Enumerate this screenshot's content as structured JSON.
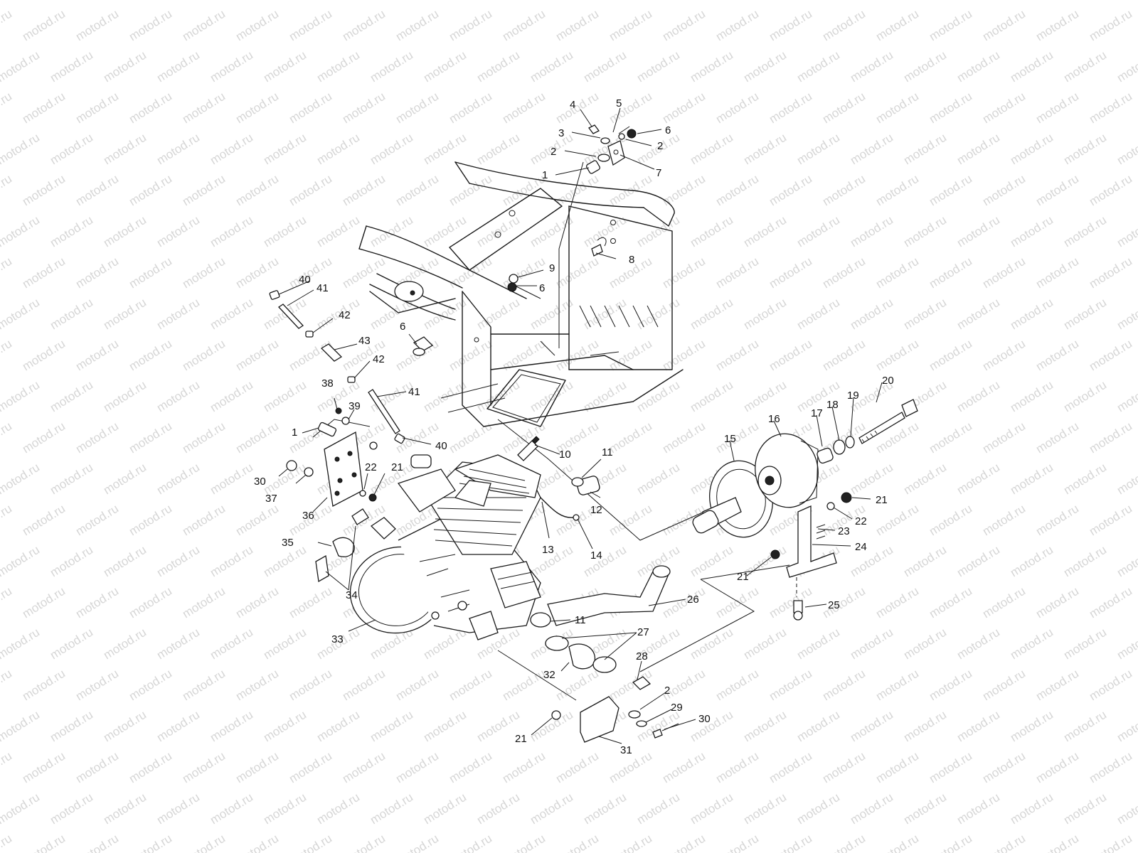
{
  "watermark": "motod.ru",
  "callouts": [
    {
      "id": "c4",
      "text": "4"
    },
    {
      "id": "c5",
      "text": "5"
    },
    {
      "id": "c3",
      "text": "3"
    },
    {
      "id": "c6a",
      "text": "6"
    },
    {
      "id": "c2a",
      "text": "2"
    },
    {
      "id": "c2b",
      "text": "2"
    },
    {
      "id": "c7",
      "text": "7"
    },
    {
      "id": "c1a",
      "text": "1"
    },
    {
      "id": "c8",
      "text": "8"
    },
    {
      "id": "c9",
      "text": "9"
    },
    {
      "id": "c6b",
      "text": "6"
    },
    {
      "id": "c40a",
      "text": "40"
    },
    {
      "id": "c41a",
      "text": "41"
    },
    {
      "id": "c42a",
      "text": "42"
    },
    {
      "id": "c6c",
      "text": "6"
    },
    {
      "id": "c43",
      "text": "43"
    },
    {
      "id": "c42b",
      "text": "42"
    },
    {
      "id": "c41b",
      "text": "41"
    },
    {
      "id": "c38",
      "text": "38"
    },
    {
      "id": "c39",
      "text": "39"
    },
    {
      "id": "c1b",
      "text": "1"
    },
    {
      "id": "c40b",
      "text": "40"
    },
    {
      "id": "c10",
      "text": "10"
    },
    {
      "id": "c11a",
      "text": "11"
    },
    {
      "id": "c20",
      "text": "20"
    },
    {
      "id": "c19",
      "text": "19"
    },
    {
      "id": "c18",
      "text": "18"
    },
    {
      "id": "c17",
      "text": "17"
    },
    {
      "id": "c16",
      "text": "16"
    },
    {
      "id": "c15",
      "text": "15"
    },
    {
      "id": "c30a",
      "text": "30"
    },
    {
      "id": "c37",
      "text": "37"
    },
    {
      "id": "c22a",
      "text": "22"
    },
    {
      "id": "c21a",
      "text": "21"
    },
    {
      "id": "c12",
      "text": "12"
    },
    {
      "id": "c36",
      "text": "36"
    },
    {
      "id": "c21b",
      "text": "21"
    },
    {
      "id": "c22b",
      "text": "22"
    },
    {
      "id": "c23",
      "text": "23"
    },
    {
      "id": "c35",
      "text": "35"
    },
    {
      "id": "c13",
      "text": "13"
    },
    {
      "id": "c14",
      "text": "14"
    },
    {
      "id": "c24",
      "text": "24"
    },
    {
      "id": "c21c",
      "text": "21"
    },
    {
      "id": "c34",
      "text": "34"
    },
    {
      "id": "c26",
      "text": "26"
    },
    {
      "id": "c25",
      "text": "25"
    },
    {
      "id": "c11b",
      "text": "11"
    },
    {
      "id": "c33",
      "text": "33"
    },
    {
      "id": "c27",
      "text": "27"
    },
    {
      "id": "c28",
      "text": "28"
    },
    {
      "id": "c32",
      "text": "32"
    },
    {
      "id": "c2c",
      "text": "2"
    },
    {
      "id": "c29",
      "text": "29"
    },
    {
      "id": "c30b",
      "text": "30"
    },
    {
      "id": "c21d",
      "text": "21"
    },
    {
      "id": "c31",
      "text": "31"
    }
  ]
}
